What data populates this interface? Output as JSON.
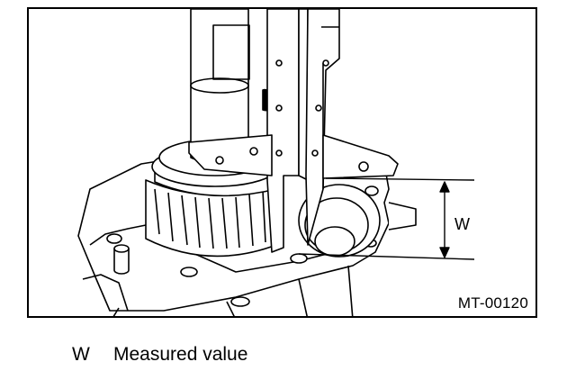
{
  "figure": {
    "id": "MT-00120",
    "dimension_label": "W"
  },
  "legend": {
    "symbol": "W",
    "text": "Measured value"
  }
}
